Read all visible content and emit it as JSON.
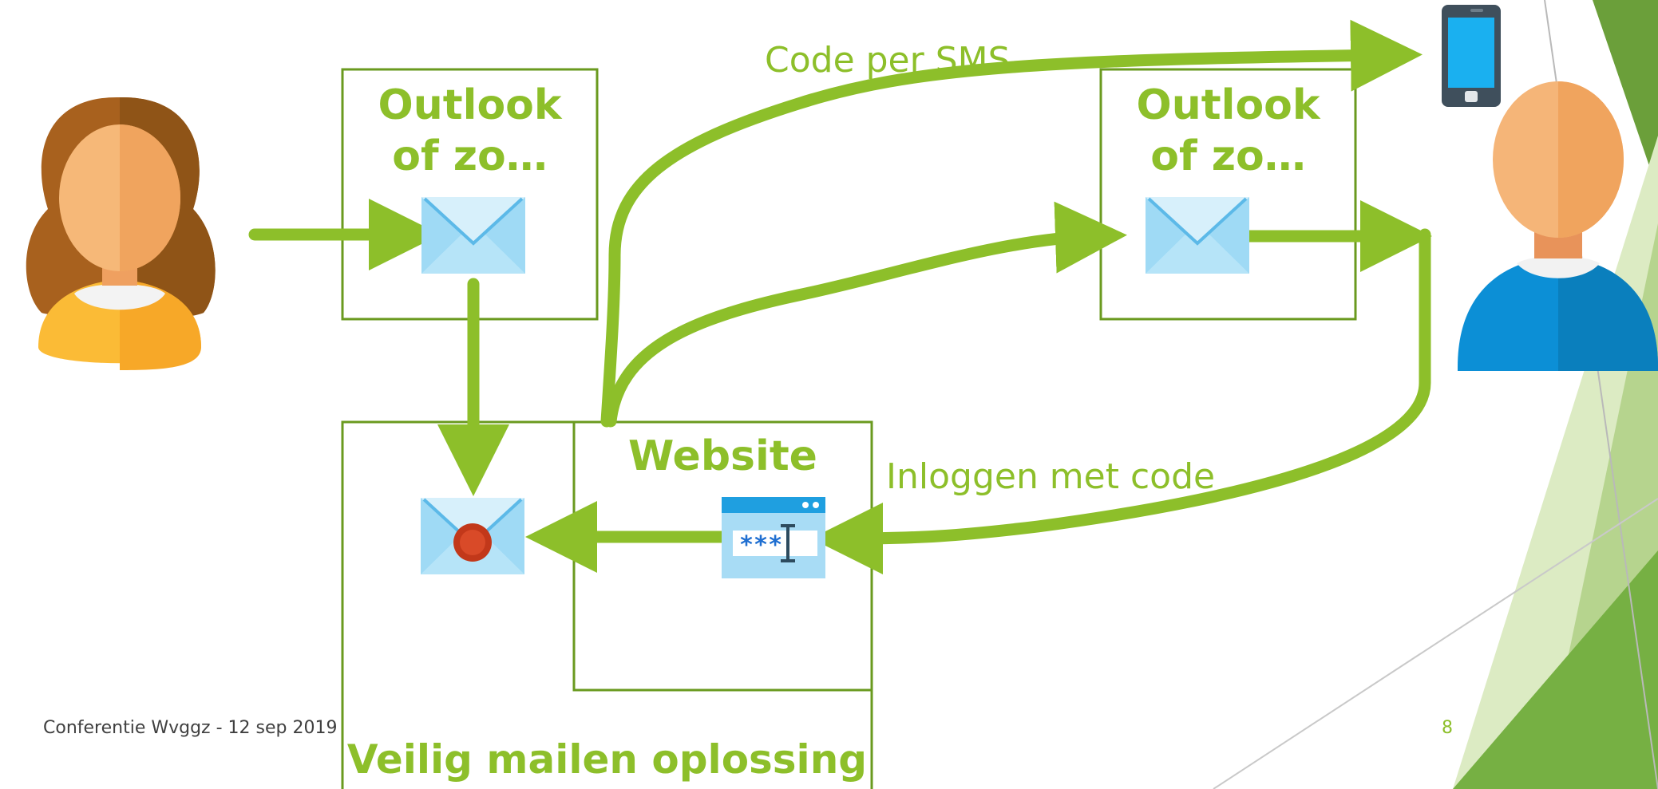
{
  "boxes": {
    "sender_client": "Outlook\nof zo…",
    "receiver_client": "Outlook\nof zo…",
    "website": "Website",
    "solution": "Veilig mailen oplossing"
  },
  "labels": {
    "sms": "Code per SMS",
    "login": "Inloggen met code"
  },
  "password_mask": "***",
  "footer": {
    "text": "Conferentie Wvggz - 12 sep 2019",
    "page_number": "8"
  },
  "icons": {
    "sender": "woman-avatar-icon",
    "receiver": "man-avatar-icon",
    "phone": "smartphone-icon",
    "mail": "envelope-icon",
    "sealed_mail": "sealed-envelope-icon",
    "login_window": "password-window-icon"
  },
  "colors": {
    "accent": "#8dbf2a",
    "box_border": "#6a9a1f",
    "decoration_dark": "#6aa039",
    "decoration_light": "#d7e8bb"
  }
}
